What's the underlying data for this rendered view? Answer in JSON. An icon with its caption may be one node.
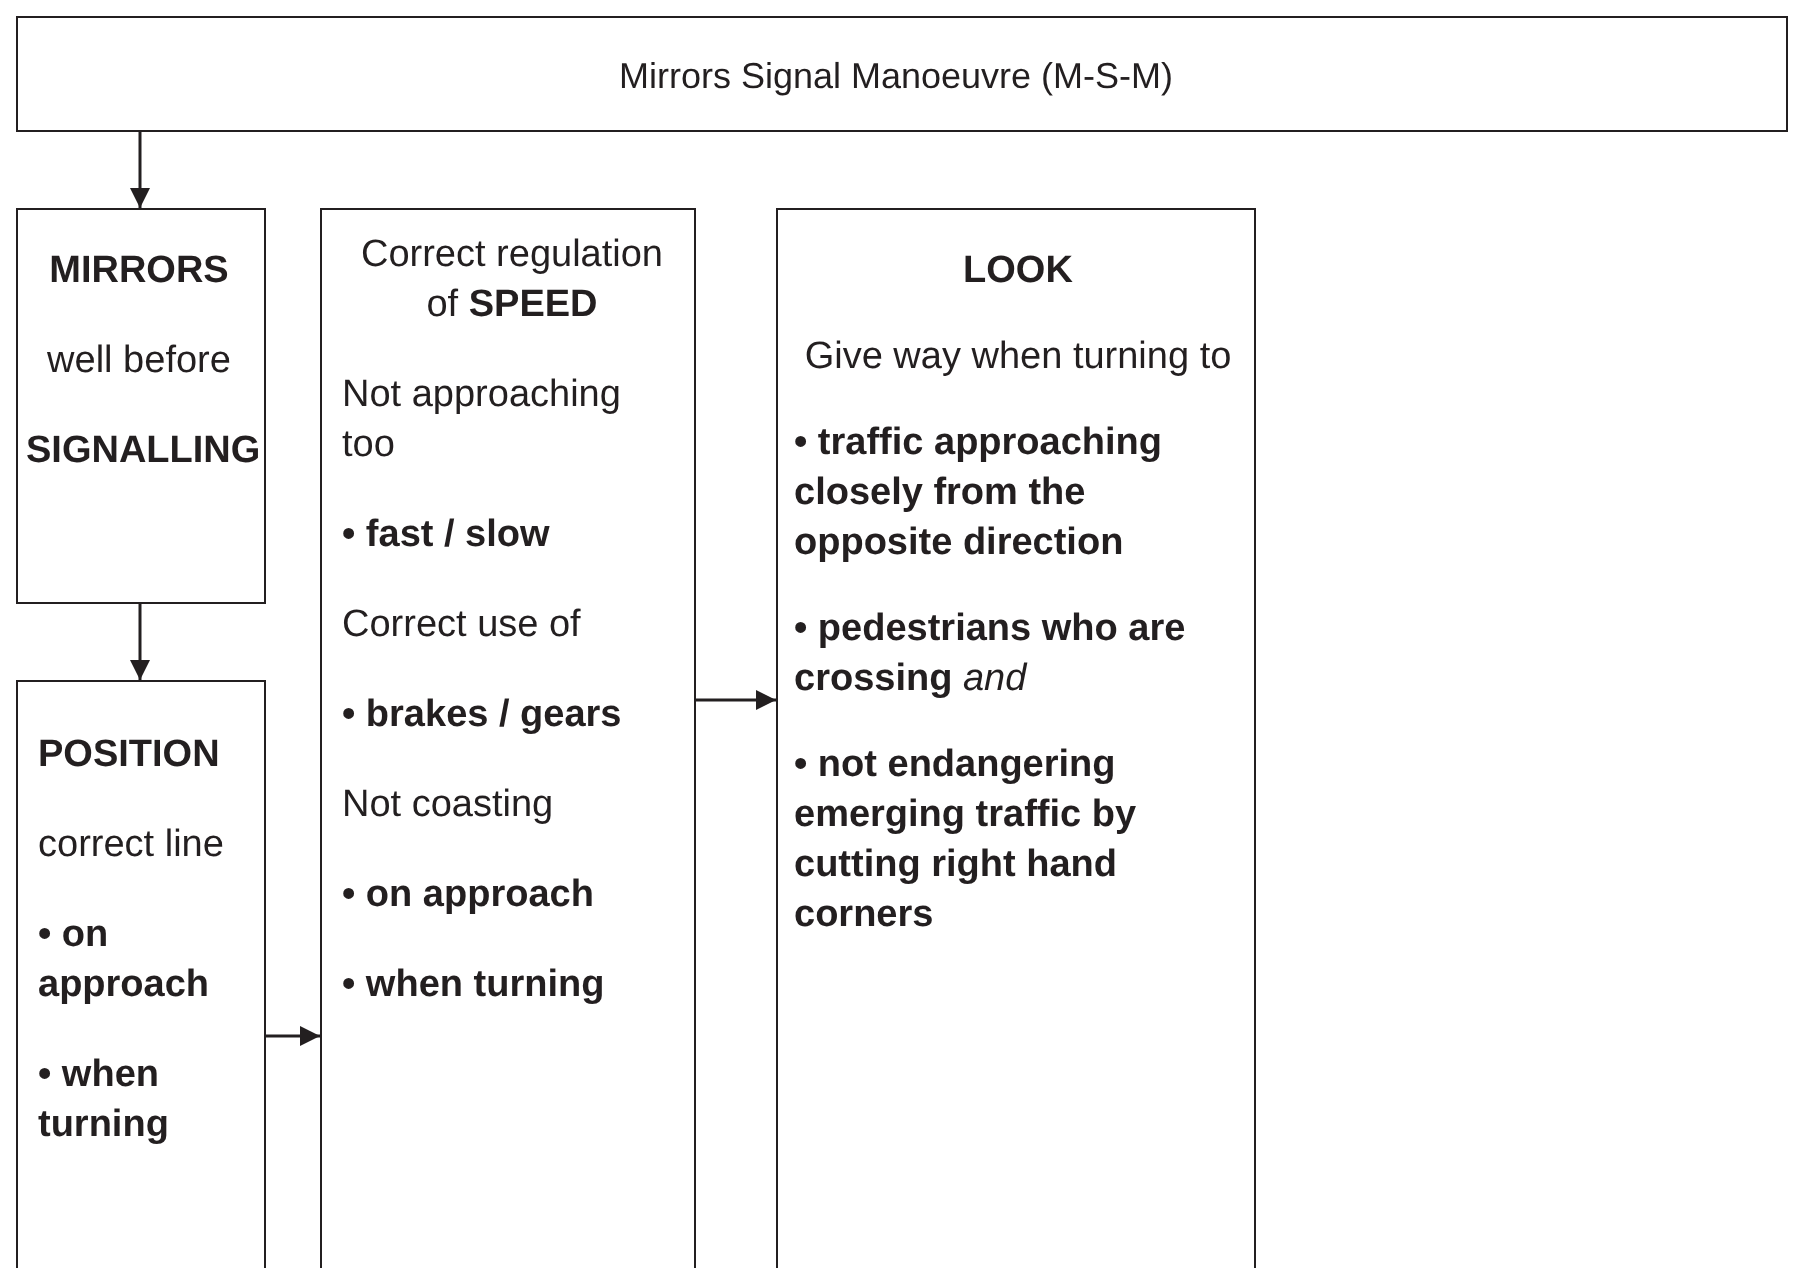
{
  "diagram": {
    "nodes": [
      {
        "text": [
          "Mirrors Signal Manoeuvre (M-S-M)"
        ]
      },
      {
        "text": [
          "MIRRORS",
          "well before",
          "SIGNALLING"
        ]
      },
      {
        "text": [
          "POSITION",
          "correct line",
          "• on approach",
          "• when turning"
        ]
      },
      {
        "text": [
          "Correct regulation of **SPEED**",
          "Not approaching too",
          "• fast / slow",
          "Correct use of",
          "• brakes / gears",
          "Not coasting",
          "• on approach",
          "• when turning"
        ]
      },
      {
        "text": [
          "LOOK",
          "Give way when turning to",
          "• traffic approaching closely from the opposite direction",
          "**• pedestrians who are crossing** *and*",
          "• not endangering emerging traffic by cutting right hand corners"
        ]
      }
    ],
    "edges": [
      {
        "from": 0,
        "to": 1,
        "arrow": "to"
      },
      {
        "from": 1,
        "to": 2,
        "arrow": "to"
      },
      {
        "from": 2,
        "to": 3,
        "arrow": "to"
      },
      {
        "from": 3,
        "to": 4,
        "arrow": "to"
      }
    ]
  }
}
